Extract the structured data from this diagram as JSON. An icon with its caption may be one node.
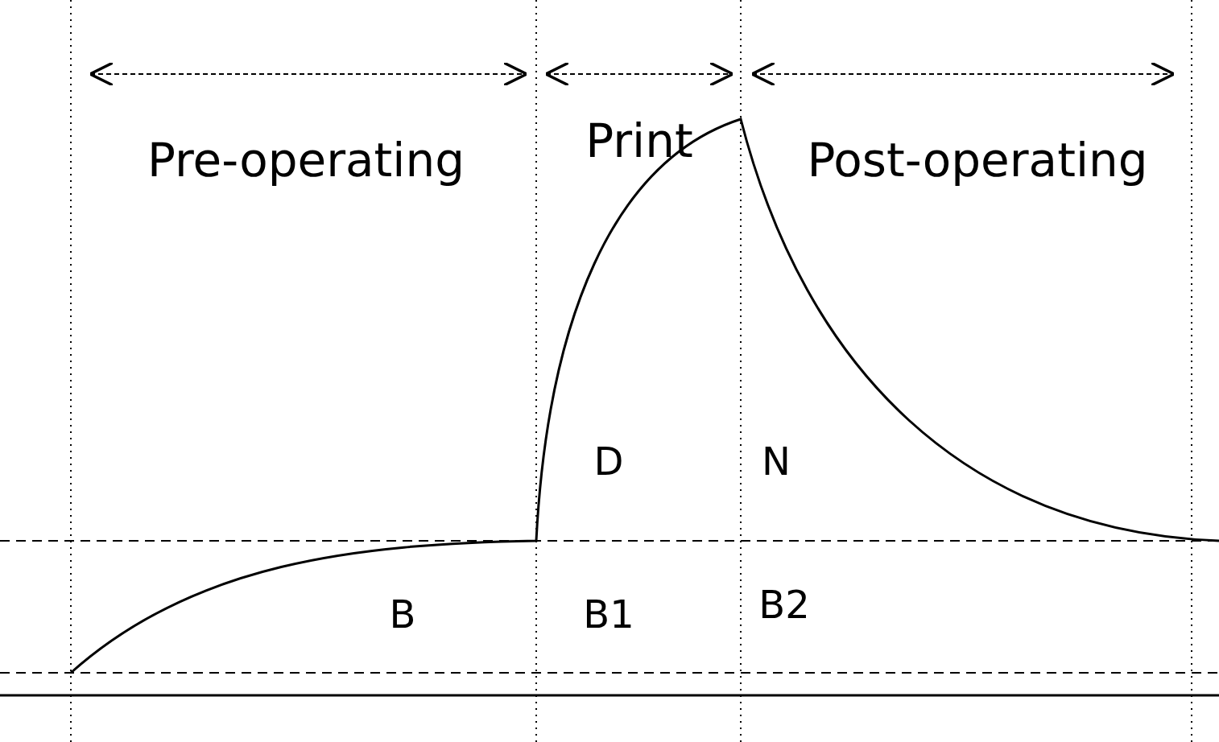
{
  "diagram": {
    "labels": [
      "Pre-operating",
      "Print",
      "Post-operating",
      "D",
      "N",
      "B",
      "B1",
      "B2"
    ]
  }
}
